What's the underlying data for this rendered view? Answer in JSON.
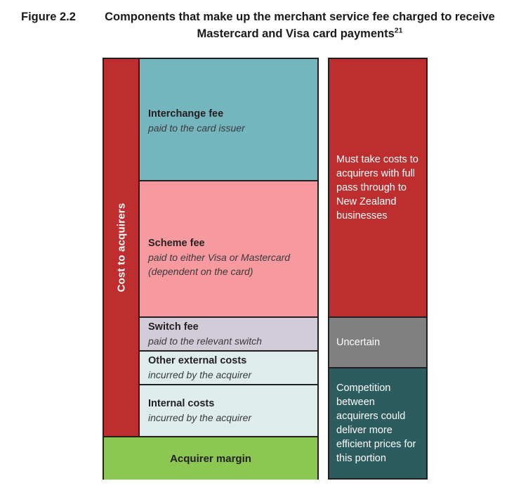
{
  "figure": {
    "label": "Figure 2.2",
    "title": "Components that make up the merchant service fee charged to receive Mastercard and Visa card payments",
    "footnote_marker": "21"
  },
  "left_column": {
    "side_label": "Cost to acquirers",
    "blocks": [
      {
        "name": "interchange-fee",
        "title": "Interchange fee",
        "subtitle": "paid to the card issuer",
        "color": "#74b5be"
      },
      {
        "name": "scheme-fee",
        "title": "Scheme fee",
        "subtitle": "paid to either Visa or Mastercard",
        "subtitle2": "(dependent on the card)",
        "color": "#f79aa0"
      },
      {
        "name": "switch-fee",
        "title": "Switch fee",
        "subtitle": "paid to the relevant switch",
        "color": "#d2cbd8"
      },
      {
        "name": "other-external-costs",
        "title": "Other external costs",
        "subtitle": "incurred by the acquirer",
        "color": "#dfecec"
      },
      {
        "name": "internal-costs",
        "title": "Internal costs",
        "subtitle": "incurred by the acquirer",
        "color": "#dfecec"
      }
    ],
    "margin_block": {
      "label": "Acquirer margin",
      "color": "#8cc751"
    }
  },
  "right_column": {
    "notes": [
      {
        "name": "pass-through-note",
        "text": "Must take costs to acquirers with full pass through to New Zealand businesses",
        "color": "#bf2e2e"
      },
      {
        "name": "uncertain-note",
        "text": "Uncertain",
        "color": "#808080"
      },
      {
        "name": "competition-note",
        "text": "Competition between acquirers could deliver more efficient prices for this portion",
        "color": "#2c5c5f"
      }
    ]
  },
  "colors": {
    "cost_band": "#bf2e2e",
    "interchange": "#74b5be",
    "scheme": "#f79aa0",
    "switch": "#d2cbd8",
    "pale": "#dfecec",
    "margin": "#8cc751",
    "uncertain": "#808080",
    "competition": "#2c5c5f",
    "outline": "#231f20"
  }
}
